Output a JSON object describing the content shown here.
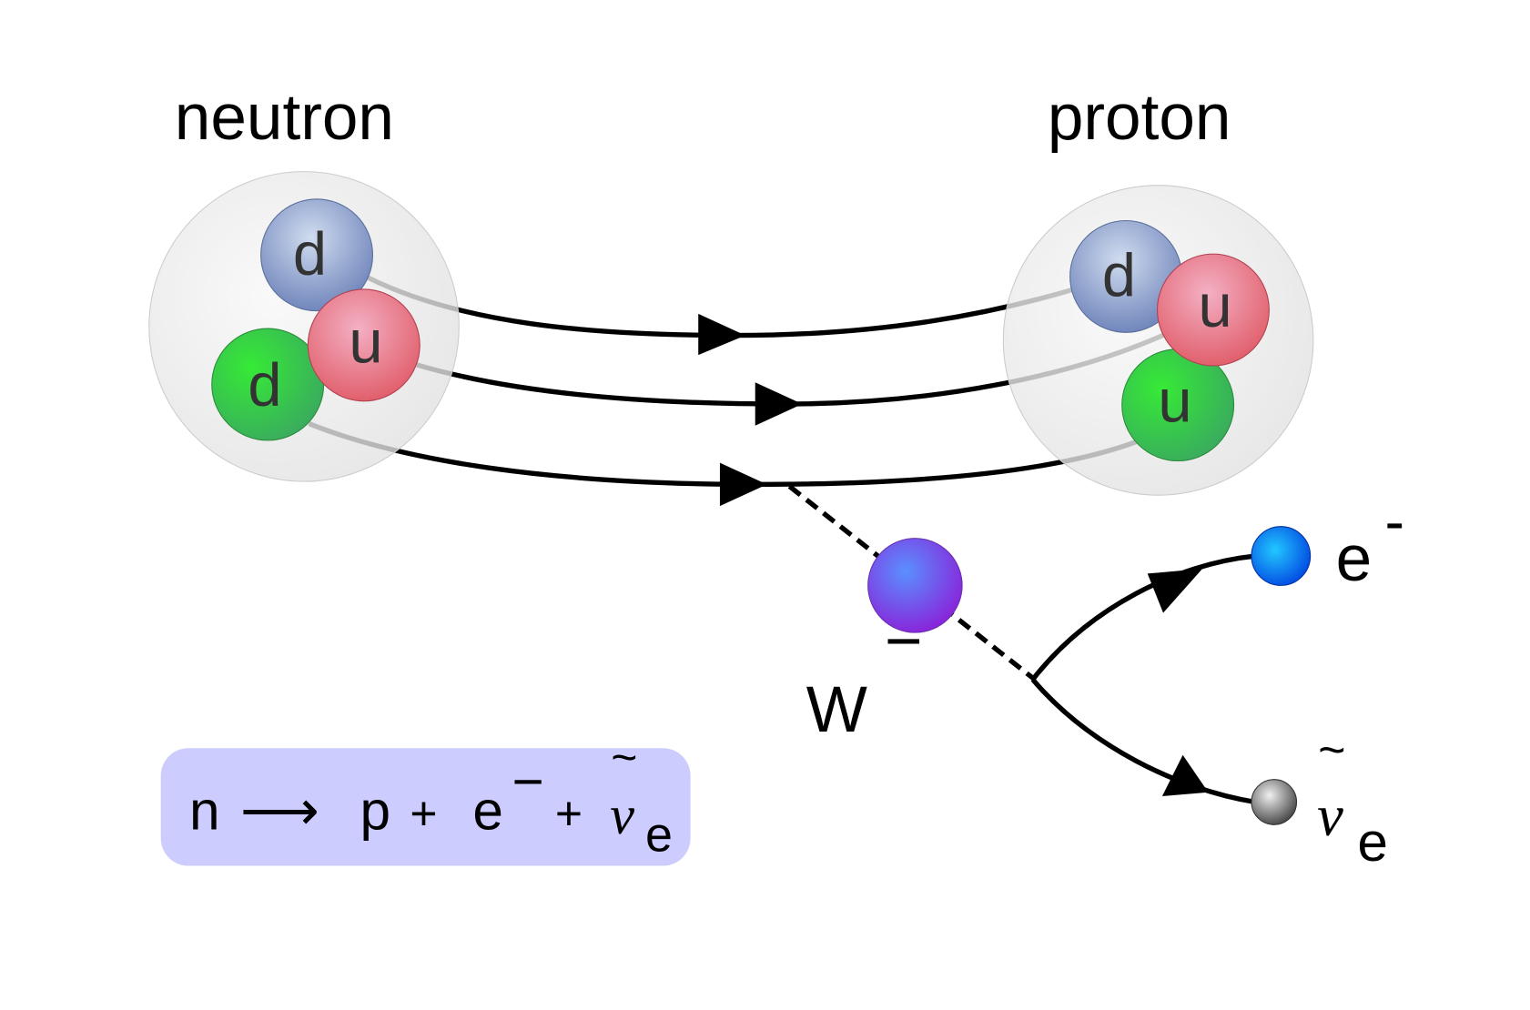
{
  "labels": {
    "neutron": "neutron",
    "proton": "proton",
    "w_boson": "W",
    "w_charge": "−",
    "electron": "e",
    "electron_charge": "-",
    "antineutrino": "ν",
    "antineutrino_tilde": "~",
    "antineutrino_sub": "e"
  },
  "neutron_quarks": [
    "d",
    "u",
    "d"
  ],
  "proton_quarks": [
    "d",
    "u",
    "u"
  ],
  "equation": {
    "lhs": "n",
    "arrow": "⟶",
    "p": "p",
    "plus1": "+",
    "e": "e",
    "e_charge": "−",
    "plus2": "+",
    "nu": "ν",
    "nu_tilde": "~",
    "nu_sub": "e"
  },
  "colors": {
    "d_blue": "#7d93c4",
    "u_red": "#e8707c",
    "d_green": "#2ec840",
    "w_boson": "#6a4ae0",
    "electron": "#0a78f0",
    "antineutrino": "#808080",
    "equation_box": "#ccccff",
    "nucleon": "#e8e8e8"
  }
}
